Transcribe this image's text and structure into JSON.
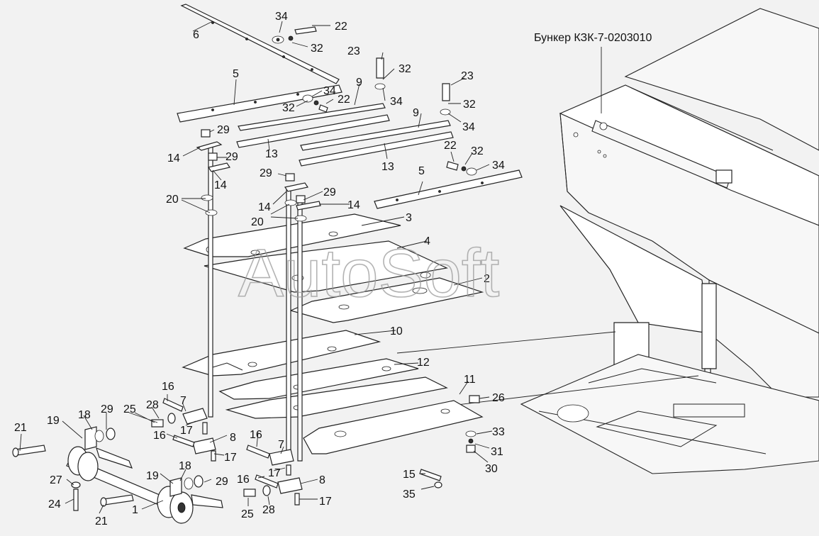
{
  "bunker_label": "Бункер КЗК-7-0203010",
  "watermark": "AutoSoft",
  "callouts": {
    "c1": "1",
    "c2": "2",
    "c3": "3",
    "c4": "4",
    "c5a": "5",
    "c5b": "5",
    "c6": "6",
    "c7a": "7",
    "c7b": "7",
    "c8a": "8",
    "c8b": "8",
    "c9a": "9",
    "c9b": "9",
    "c10": "10",
    "c11": "11",
    "c12": "12",
    "c13a": "13",
    "c13b": "13",
    "c14a": "14",
    "c14b": "14",
    "c14c": "14",
    "c14d": "14",
    "c15": "15",
    "c16a": "16",
    "c16b": "16",
    "c16c": "16",
    "c16d": "16",
    "c17a": "17",
    "c17b": "17",
    "c17c": "17",
    "c17d": "17",
    "c18a": "18",
    "c18b": "18",
    "c19a": "19",
    "c19b": "19",
    "c20a": "20",
    "c20b": "20",
    "c21a": "21",
    "c21b": "21",
    "c22a": "22",
    "c22b": "22",
    "c22c": "22",
    "c23a": "23",
    "c23b": "23",
    "c24": "24",
    "c25a": "25",
    "c25b": "25",
    "c26": "26",
    "c27": "27",
    "c28a": "28",
    "c28b": "28",
    "c29a": "29",
    "c29b": "29",
    "c29c": "29",
    "c29d": "29",
    "c29e": "29",
    "c29f": "29",
    "c30": "30",
    "c31": "31",
    "c32a": "32",
    "c32b": "32",
    "c32c": "32",
    "c32d": "32",
    "c32e": "32",
    "c33": "33",
    "c34a": "34",
    "c34b": "34",
    "c34c": "34",
    "c34d": "34",
    "c34e": "34",
    "c35": "35"
  }
}
